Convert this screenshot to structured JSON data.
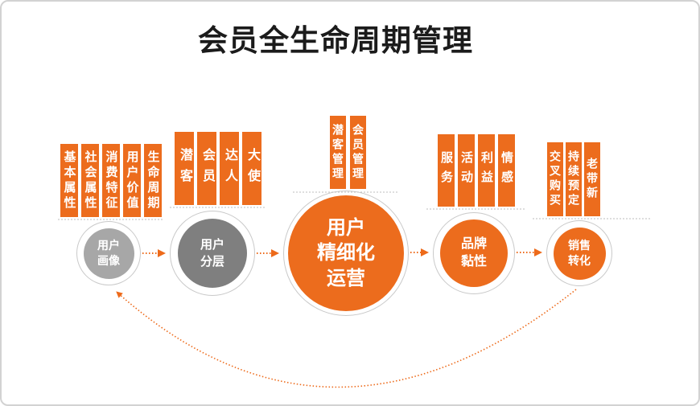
{
  "title": "会员全生命周期管理",
  "colors": {
    "accent_orange": "#EC6C1D",
    "circle_gray_light": "#A7A7A7",
    "circle_gray_dark": "#7F7F7F",
    "ring_border": "#C9C9C9",
    "baseline_gray": "#BDBDBD",
    "title_color": "#1b1b1b"
  },
  "stages": [
    {
      "name": "user-portrait",
      "circle": "用户\n画像",
      "tags": [
        "基本属性",
        "社会属性",
        "消费特征",
        "用户价值",
        "生命周期"
      ]
    },
    {
      "name": "user-tiering",
      "circle": "用户\n分层",
      "tags": [
        "潜客",
        "会员",
        "达人",
        "大使"
      ]
    },
    {
      "name": "refined-operation",
      "circle": "用户\n精细化\n运营",
      "tags": [
        "潜客管理",
        "会员管理"
      ]
    },
    {
      "name": "brand-stickiness",
      "circle": "品牌\n黏性",
      "tags": [
        "服务",
        "活动",
        "利益",
        "情感"
      ]
    },
    {
      "name": "sales-conversion",
      "circle": "销售\n转化",
      "tags": [
        "交叉购买",
        "持续预定",
        "老带新"
      ]
    }
  ]
}
